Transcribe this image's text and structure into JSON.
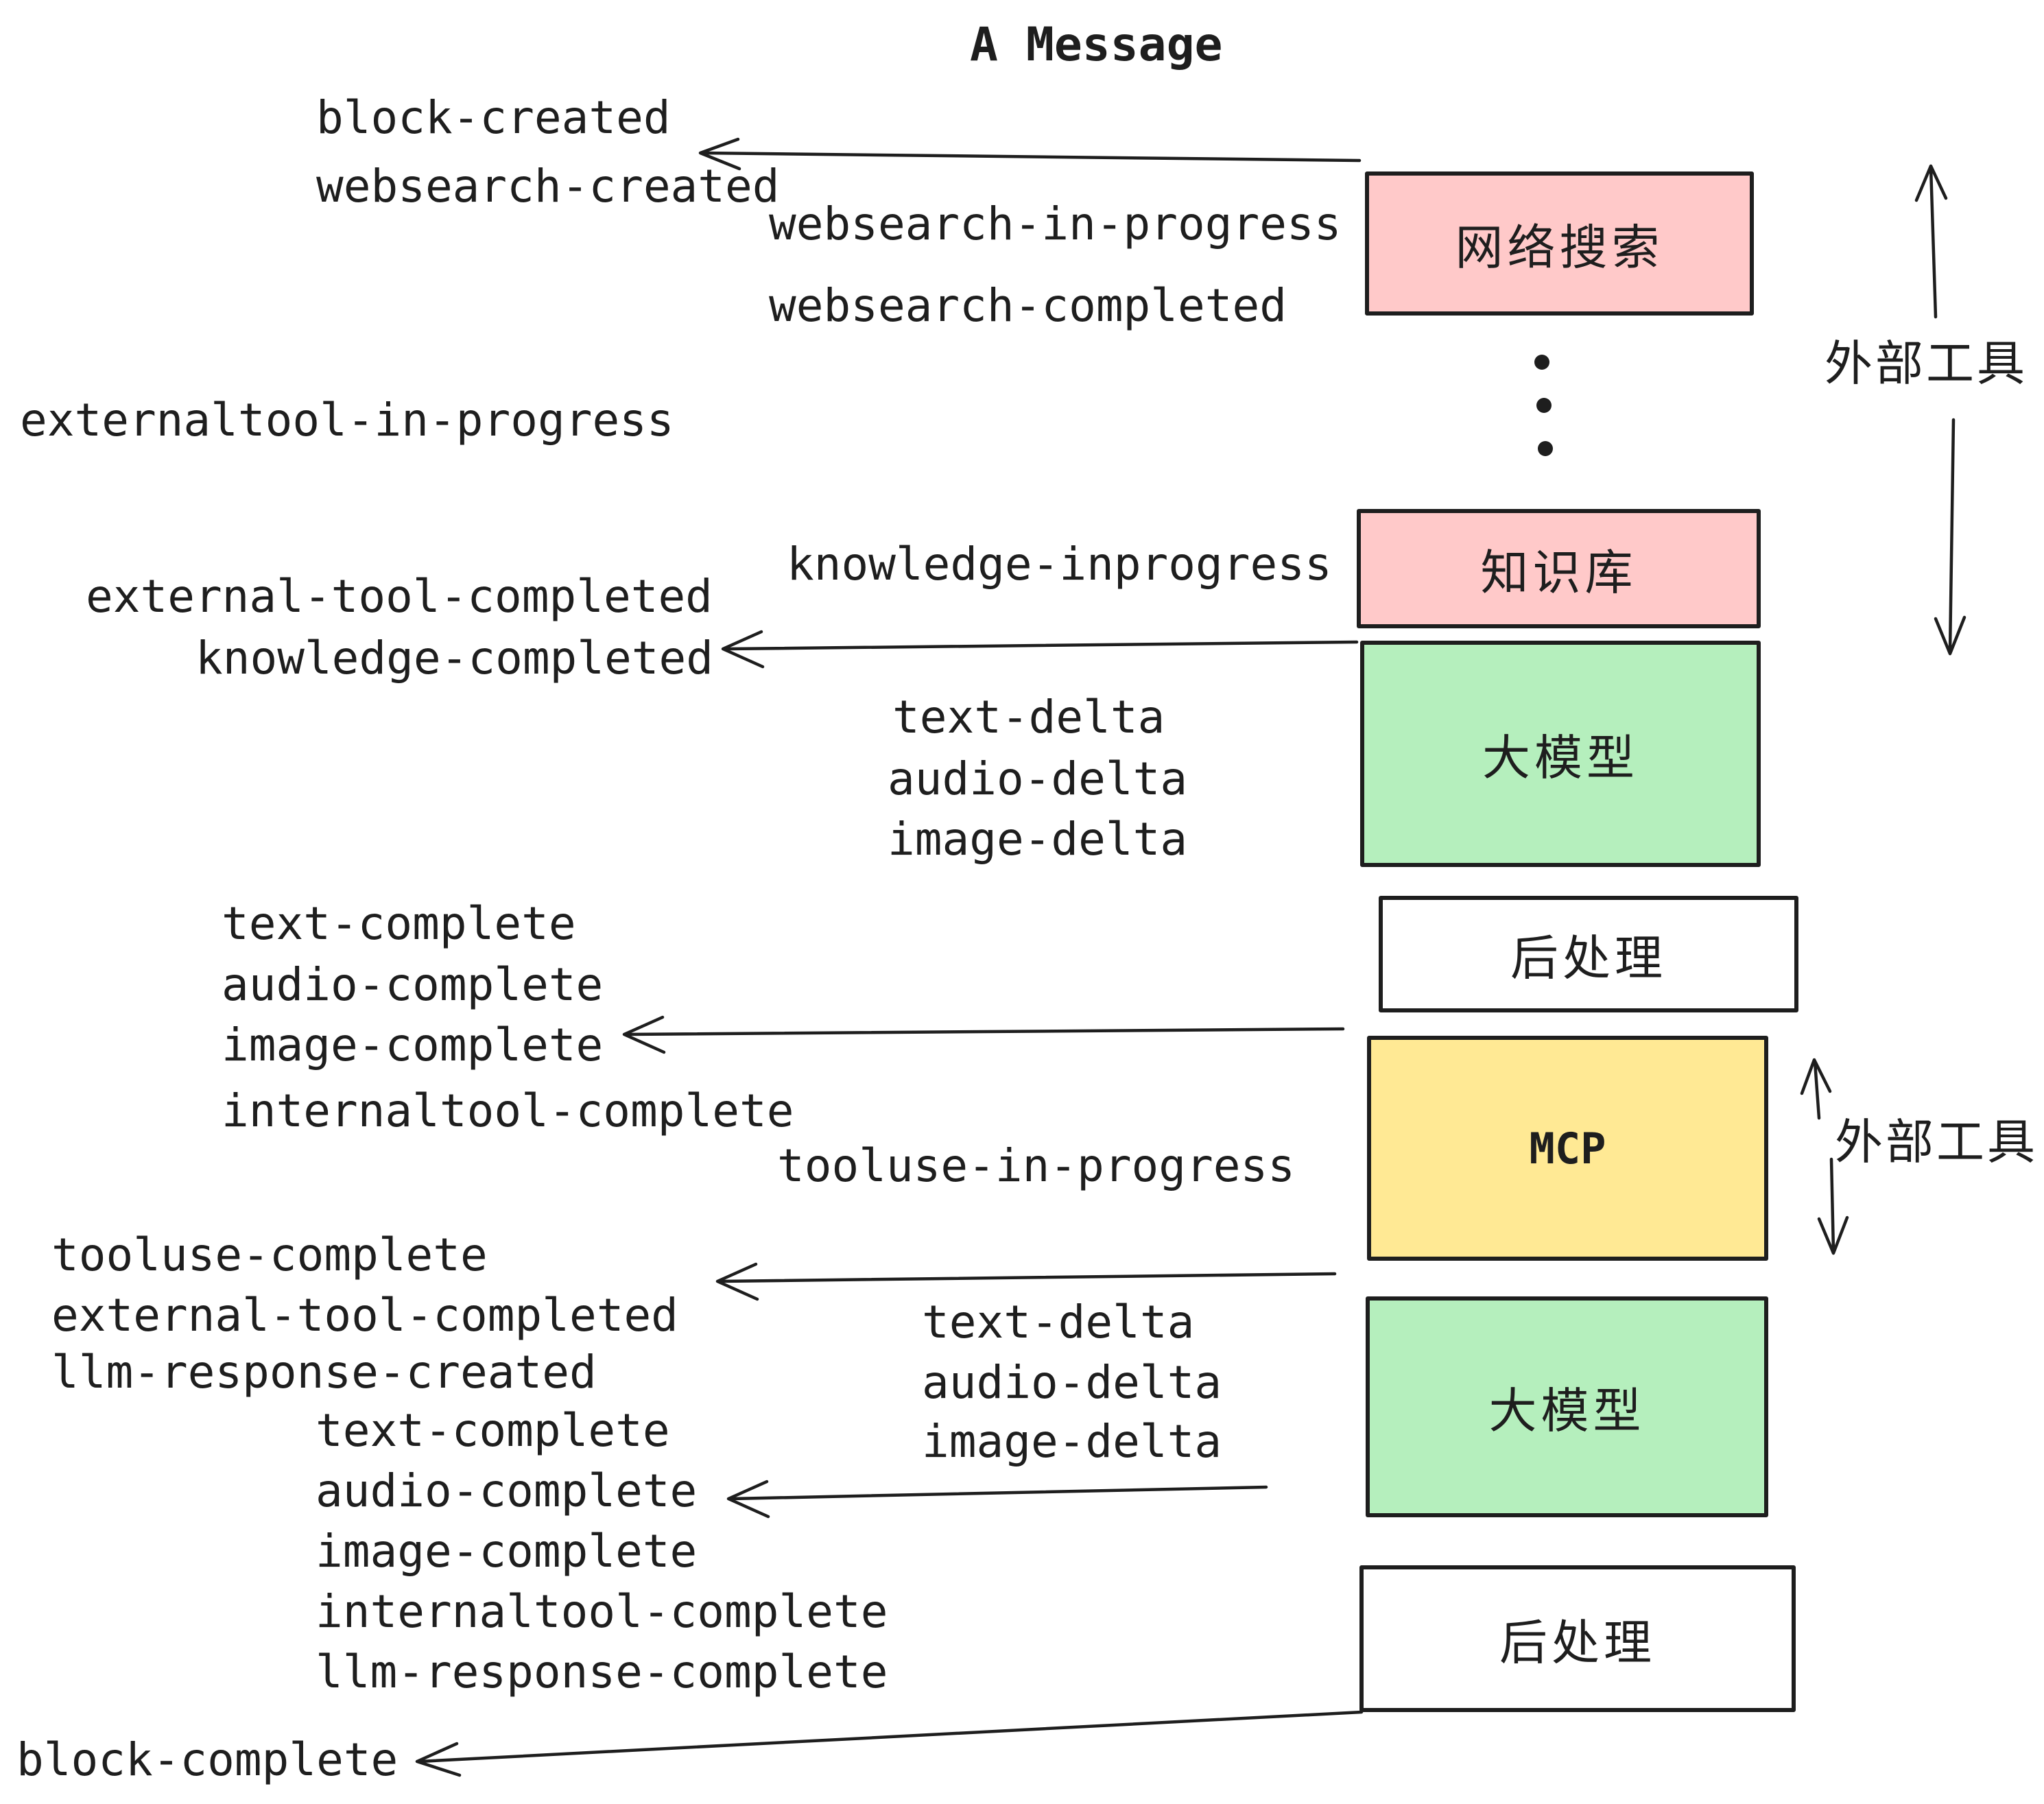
{
  "title": "A Message",
  "colors": {
    "ink": "#1e1e1e",
    "box_pink": "#ffc9c9",
    "box_green": "#b5efbd",
    "box_yellow": "#ffe994",
    "box_white": "#ffffff",
    "background": "#ffffff"
  },
  "boxes": [
    {
      "id": "websearch",
      "label": "网络搜索",
      "color": "#ffc9c9"
    },
    {
      "id": "knowledge",
      "label": "知识库",
      "color": "#ffc9c9"
    },
    {
      "id": "llm-1",
      "label": "大模型",
      "color": "#b5efbd"
    },
    {
      "id": "post-1",
      "label": "后处理",
      "color": "#ffffff"
    },
    {
      "id": "mcp",
      "label": "MCP",
      "color": "#ffe994"
    },
    {
      "id": "llm-2",
      "label": "大模型",
      "color": "#b5efbd"
    },
    {
      "id": "post-2",
      "label": "后处理",
      "color": "#ffffff"
    }
  ],
  "side_labels": [
    {
      "text": "外部工具"
    },
    {
      "text": "外部工具"
    }
  ],
  "icons": [
    {
      "name": "ellipsis-dots",
      "meaning": "more external tools between 网络搜索 and 知识库"
    },
    {
      "name": "left-arrow",
      "meaning": "event emitted to message stream"
    },
    {
      "name": "up-down-arrow",
      "meaning": "external tool call range"
    }
  ],
  "events": [
    {
      "text": "block-created"
    },
    {
      "text": "websearch-created"
    },
    {
      "text": "websearch-in-progress"
    },
    {
      "text": "websearch-completed"
    },
    {
      "text": "externaltool-in-progress"
    },
    {
      "text": "knowledge-inprogress"
    },
    {
      "text": "external-tool-completed"
    },
    {
      "text": "knowledge-completed"
    },
    {
      "text": "text-delta"
    },
    {
      "text": "audio-delta"
    },
    {
      "text": "image-delta"
    },
    {
      "text": "text-complete"
    },
    {
      "text": "audio-complete"
    },
    {
      "text": "image-complete"
    },
    {
      "text": "internaltool-complete"
    },
    {
      "text": "tooluse-in-progress"
    },
    {
      "text": "tooluse-complete"
    },
    {
      "text": "external-tool-completed"
    },
    {
      "text": "llm-response-created"
    },
    {
      "text": "text-complete"
    },
    {
      "text": "audio-complete"
    },
    {
      "text": "image-complete"
    },
    {
      "text": "internaltool-complete"
    },
    {
      "text": "llm-response-complete"
    },
    {
      "text": "text-delta"
    },
    {
      "text": "audio-delta"
    },
    {
      "text": "image-delta"
    },
    {
      "text": "block-complete"
    }
  ]
}
